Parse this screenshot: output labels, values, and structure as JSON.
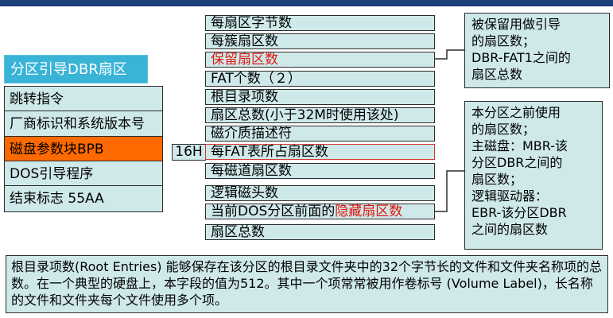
{
  "left_panel": {
    "title": "分区引导DBR扇区",
    "items": [
      "跳转指令",
      "厂商标识和系统版本号",
      "磁盘参数块BPB",
      "DOS引导程序",
      "结束标志 55AA"
    ]
  },
  "bpb_fields": {
    "offset_label": "16H",
    "items": [
      "每扇区字节数",
      "每簇扇区数",
      "保留扇区数",
      "FAT个数（２）",
      "根目录项数",
      "扇区总数(小于32M时使用该处)",
      "磁介质描述符",
      "每FAT表所占扇区数",
      "每磁道扇区数",
      "逻辑磁头数",
      "当前DOS分区前面的",
      "扇区总数"
    ],
    "hidden_sectors_red": "隐藏扇区数"
  },
  "notes": {
    "reserved_sectors": "被保留用做引导\n的扇区数；\nDBR-FAT1之间的\n扇区总数",
    "hidden_sectors": "本分区之前使用\n的扇区数；\n主磁盘：MBR-该\n分区DBR之间的\n扇区数；\n逻辑驱动器：\nEBR-该分区DBR\n之间的扇区数"
  },
  "bottom_note": "根目录项数(Root Entries) 能够保存在该分区的根目录文件夹中的32个字节长的文件和文件夹名称项的总数。在一个典型的硬盘上，本字段的值为512。其中一个项常常被用作卷标号 (Volume Label)，长名称的文件和文件夹每个文件使用多个项。",
  "colors": {
    "box_fill": "#cfe9ea",
    "title_fill": "#39b3d6",
    "highlight_fill": "#ff6a00",
    "red_text": "#e0180f"
  }
}
